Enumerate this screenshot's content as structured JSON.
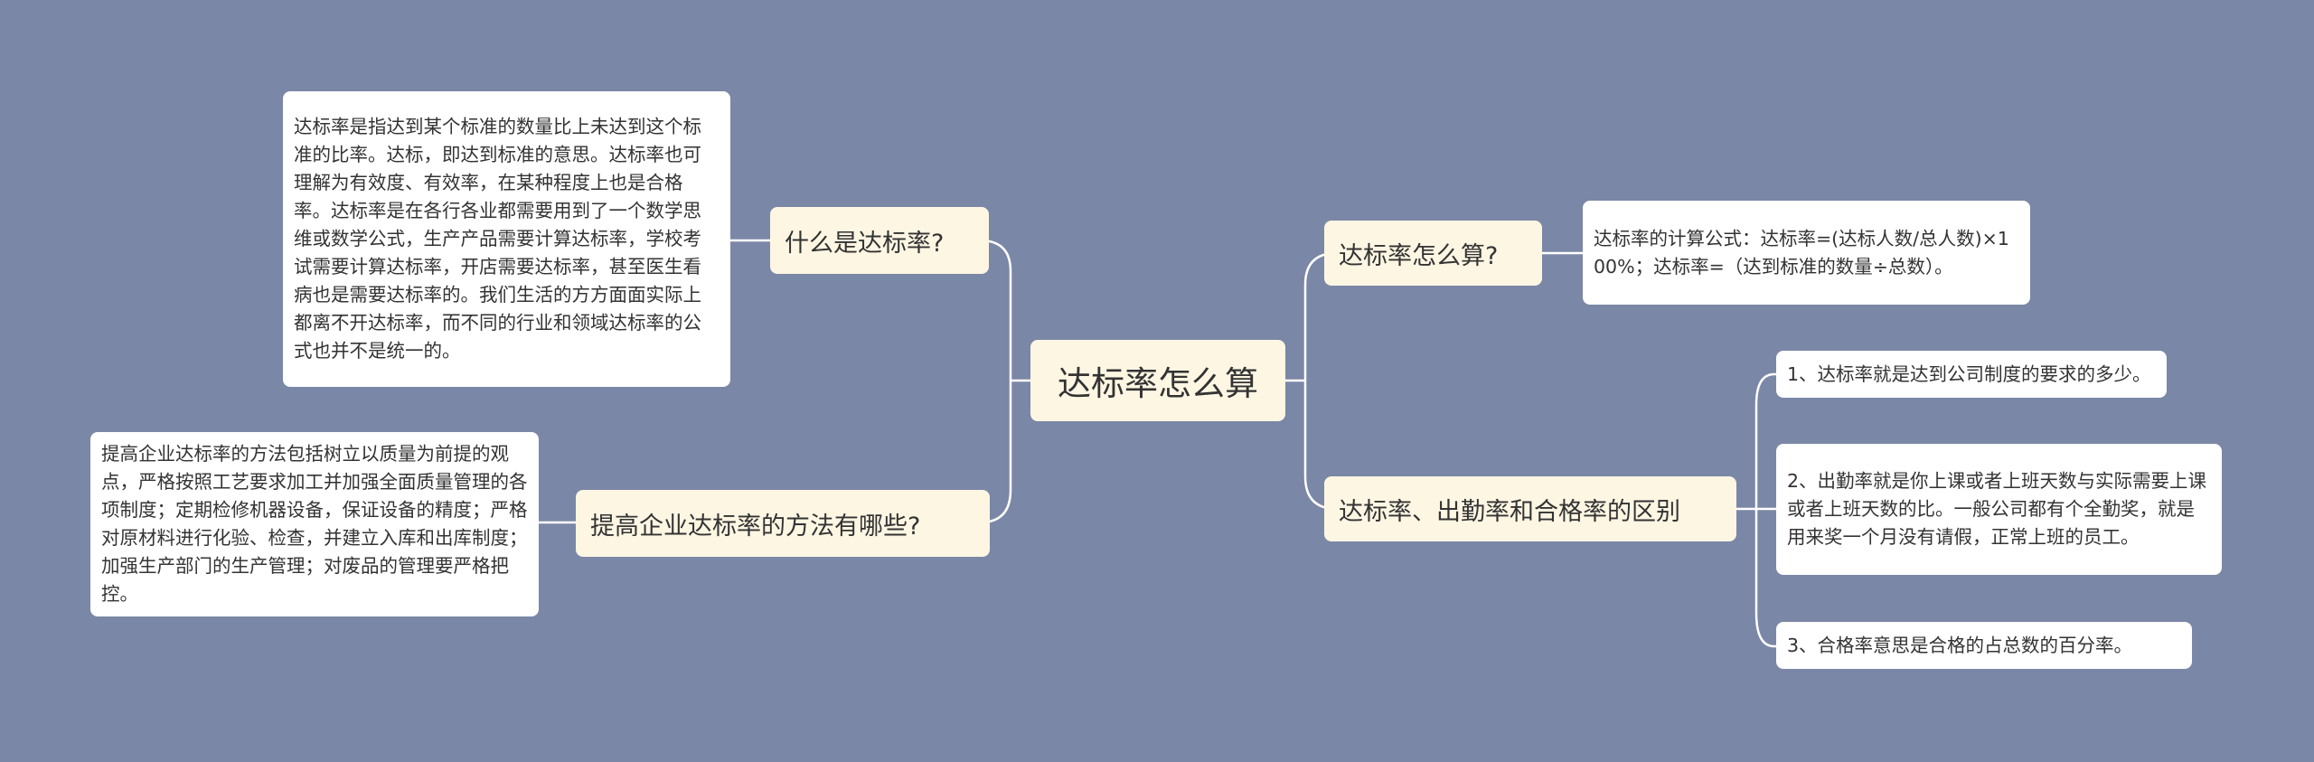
{
  "mindmap": {
    "root": {
      "label": "达标率怎么算"
    },
    "left": [
      {
        "label": "什么是达标率?",
        "detail": "达标率是指达到某个标准的数量比上未达到这个标准的比率。达标，即达到标准的意思。达标率也可理解为有效度、有效率，在某种程度上也是合格率。达标率是在各行各业都需要用到了一个数学思维或数学公式，生产产品需要计算达标率，学校考试需要计算达标率，开店需要达标率，甚至医生看病也是需要达标率的。我们生活的方方面面实际上都离不开达标率，而不同的行业和领域达标率的公式也并不是统一的。"
      },
      {
        "label": "提高企业达标率的方法有哪些?",
        "detail": "提高企业达标率的方法包括树立以质量为前提的观点，严格按照工艺要求加工并加强全面质量管理的各项制度；定期检修机器设备，保证设备的精度；严格对原材料进行化验、检查，并建立入库和出库制度；加强生产部门的生产管理；对废品的管理要严格把控。"
      }
    ],
    "right": [
      {
        "label": "达标率怎么算?",
        "detail": "达标率的计算公式：达标率=(达标人数/总人数)×100%；达标率=（达到标准的数量÷总数）。"
      },
      {
        "label": "达标率、出勤率和合格率的区别",
        "items": [
          "1、达标率就是达到公司制度的要求的多少。",
          "2、出勤率就是你上课或者上班天数与实际需要上课或者上班天数的比。一般公司都有个全勤奖，就是用来奖一个月没有请假，正常上班的员工。",
          "3、合格率意思是合格的占总数的百分率。"
        ]
      }
    ]
  }
}
